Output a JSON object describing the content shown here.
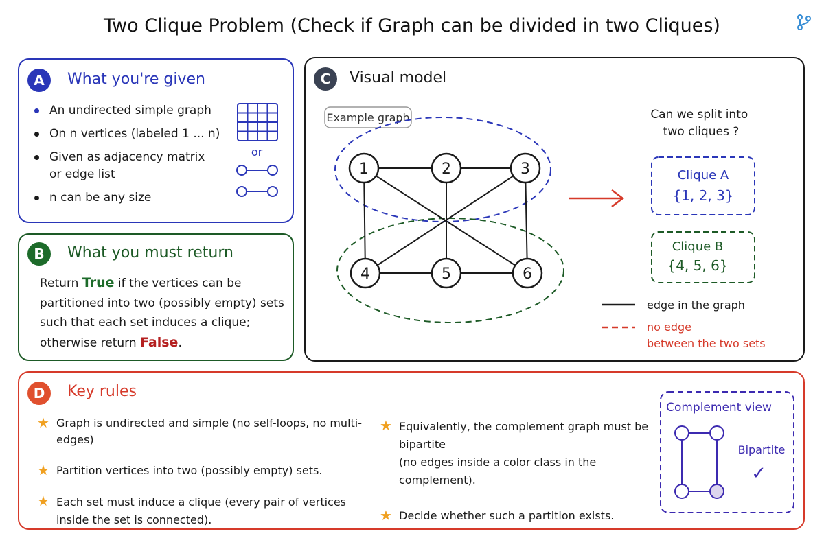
{
  "title": "Two Clique Problem (Check if Graph can be divided in two Cliques)",
  "panel_a": {
    "badge": "A",
    "title": "What you're given",
    "bullets": [
      "An undirected simple graph",
      "On n vertices (labeled 1 ... n)",
      "Given as adjacency matrix\nor edge list",
      "n can be any size"
    ],
    "or_label": "or"
  },
  "panel_b": {
    "badge": "B",
    "title": "What you must return",
    "text_1": "Return ",
    "true_word": "True",
    "text_2": " if the vertices can be partitioned into two (possibly empty) sets such that each set induces a clique; otherwise return ",
    "false_word": "False",
    "text_3": "."
  },
  "panel_c": {
    "badge": "C",
    "title": "Visual model",
    "example_label": "Example graph",
    "nodes": [
      "1",
      "2",
      "3",
      "4",
      "5",
      "6"
    ],
    "question": "Can we split into\ntwo cliques ?",
    "clique_a_title": "Clique A",
    "clique_a_set": "{1, 2, 3}",
    "clique_b_title": "Clique B",
    "clique_b_set": "{4, 5, 6}",
    "legend_edge": "edge in the graph",
    "legend_no_edge": "no edge\nbetween the two sets"
  },
  "panel_d": {
    "badge": "D",
    "title": "Key rules",
    "rules_left": [
      "Graph is undirected and simple (no self-loops, no multi-edges)",
      "Partition vertices into two (possibly empty) sets.",
      "Each set must induce a clique (every pair of vertices\ninside the set is connected)."
    ],
    "rules_right": [
      "Equivalently, the complement graph must be bipartite\n(no edges inside a color class in the complement).",
      "Decide whether such a partition exists."
    ],
    "complement_title": "Complement view",
    "bipartite_label": "Bipartite",
    "check_mark": "✓"
  },
  "colors": {
    "blue": "#2a36b8",
    "green": "#1d5a26",
    "red": "#d63a2a",
    "dark": "#1a1a1a",
    "badge_c": "#3a4253",
    "purple": "#3c2ab0"
  }
}
